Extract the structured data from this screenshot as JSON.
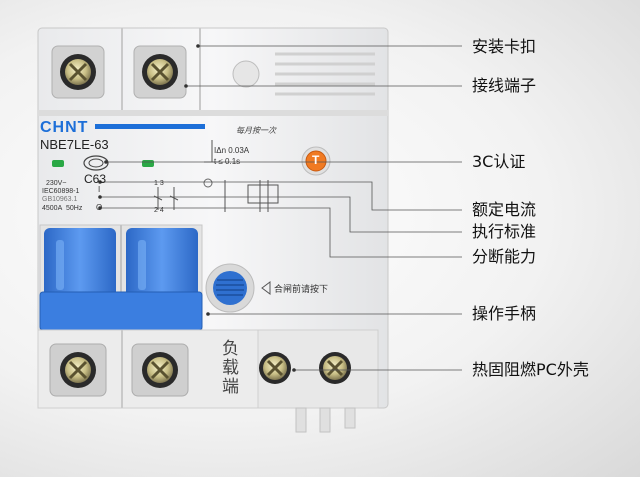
{
  "product": {
    "brand": "CHNT",
    "model": "NBE7LE-63",
    "rating": "C63",
    "voltage": "230V~",
    "standard": "IEC60898-1",
    "gb_standard": "GB10963.1",
    "capacity": "4500A",
    "frequency": "50Hz",
    "monthly_test_note": "每月按一次",
    "residual_current": "IΔn  0.03A",
    "trip_time": "t  ≤  0.1s",
    "test_button_label": "T",
    "press_note": "合闸前请按下",
    "load_side": "负载端",
    "on_mark": "I",
    "off_mark": "O",
    "terminal_top": "1  3",
    "terminal_bottom": "2  4"
  },
  "callouts": [
    {
      "label": "安装卡扣"
    },
    {
      "label": "接线端子"
    },
    {
      "label": "3C认证"
    },
    {
      "label": "额定电流"
    },
    {
      "label": "执行标准"
    },
    {
      "label": "分断能力"
    },
    {
      "label": "操作手柄"
    },
    {
      "label": "热固阻燃PC外壳"
    }
  ],
  "colors": {
    "brand_blue": "#1d6fd8",
    "handle_blue": "#3b7ee0",
    "test_orange": "#f07a22",
    "indicator_green": "#2aa845"
  }
}
